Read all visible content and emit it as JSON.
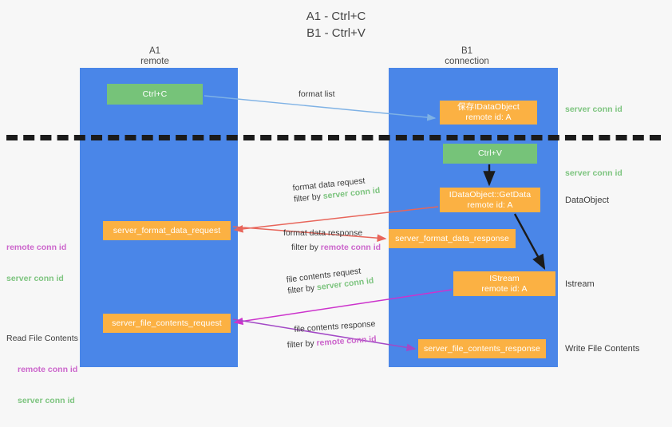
{
  "title": "A1 - Ctrl+C\nB1 - Ctrl+V",
  "columns": {
    "a1": "A1\nremote",
    "b1": "B1\nconnection"
  },
  "boxes": {
    "ctrl_c": "Ctrl+C",
    "ctrl_v": "Ctrl+V",
    "save_dataobject_l1": "保存IDataObject",
    "save_dataobject_l2": "remote id: A",
    "getdata_l1": "IDataObject::GetData",
    "getdata_l2": "remote id: A",
    "istream_l1": "IStream",
    "istream_l2": "remote id: A",
    "server_format_data_request": "server_format_data_request",
    "server_format_data_response": "server_format_data_response",
    "server_file_contents_request": "server_file_contents_request",
    "server_file_contents_response": "server_file_contents_response"
  },
  "right_labels": {
    "server_conn_id_top": "server conn id",
    "server_conn_id_mid": "server conn id",
    "dataobject": "DataObject",
    "istream": "Istream",
    "write_file_contents": "Write File Contents"
  },
  "left_labels": {
    "remote_conn_id_1": "remote conn id",
    "server_conn_id_1": "server conn id",
    "read_file_contents": "Read File Contents",
    "remote_conn_id_2": "remote conn id",
    "server_conn_id_2": "server conn id"
  },
  "captions": {
    "format_list": "format list",
    "format_data_request": "format data request",
    "format_data_request_filter_pre": "filter by ",
    "format_data_request_filter_key": "server conn id",
    "format_data_response": "format data response",
    "format_data_response_filter_pre": "filter by ",
    "format_data_response_filter_key": "remote conn id",
    "file_contents_request": "file contents request",
    "file_contents_request_filter_pre": "filter by ",
    "file_contents_request_filter_key": "server conn id",
    "file_contents_response": "file contents response",
    "file_contents_response_filter_pre": "filter by ",
    "file_contents_response_filter_key": "remote conn id"
  },
  "colors": {
    "lane": "#4a86e8",
    "green_box": "#76c379",
    "orange_box": "#fbb143",
    "server_conn_id": "#7dc47f",
    "remote_conn_id": "#cc66cc",
    "arrow_blue": "#7fb2e5",
    "arrow_red": "#e8655a",
    "arrow_magenta": "#cc33cc",
    "arrow_purple": "#a349c6",
    "arrow_black": "#1b1b1b",
    "background": "#f7f7f7"
  }
}
